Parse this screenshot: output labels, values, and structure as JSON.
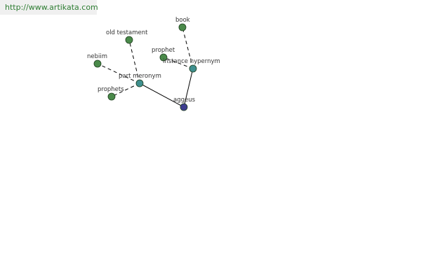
{
  "header": {
    "url": "http://www.artikata.com"
  },
  "colors": {
    "leaf_node": "#4a8a4a",
    "relation_node": "#3f8f8f",
    "center_node": "#3d3d8f",
    "edge": "#000000",
    "url_text": "#2e7d32",
    "url_background": "#f0f0f0"
  },
  "graph": {
    "nodes": [
      {
        "id": "aggeus",
        "label": "aggeus",
        "kind": "center"
      },
      {
        "id": "part-meronym",
        "label": "part meronym",
        "kind": "relation"
      },
      {
        "id": "instance-hypernym",
        "label": "instance hypernym",
        "kind": "relation"
      },
      {
        "id": "old-testament",
        "label": "old testament",
        "kind": "leaf"
      },
      {
        "id": "nebiim",
        "label": "nebiim",
        "kind": "leaf"
      },
      {
        "id": "prophets",
        "label": "prophets",
        "kind": "leaf"
      },
      {
        "id": "book",
        "label": "book",
        "kind": "leaf"
      },
      {
        "id": "prophet",
        "label": "prophet",
        "kind": "leaf"
      }
    ],
    "edges": [
      {
        "from": "aggeus",
        "to": "part-meronym",
        "style": "solid"
      },
      {
        "from": "aggeus",
        "to": "instance-hypernym",
        "style": "solid"
      },
      {
        "from": "part-meronym",
        "to": "old-testament",
        "style": "dashed"
      },
      {
        "from": "part-meronym",
        "to": "nebiim",
        "style": "dashed"
      },
      {
        "from": "part-meronym",
        "to": "prophets",
        "style": "dashed"
      },
      {
        "from": "instance-hypernym",
        "to": "book",
        "style": "dashed"
      },
      {
        "from": "instance-hypernym",
        "to": "prophet",
        "style": "dashed"
      }
    ]
  }
}
